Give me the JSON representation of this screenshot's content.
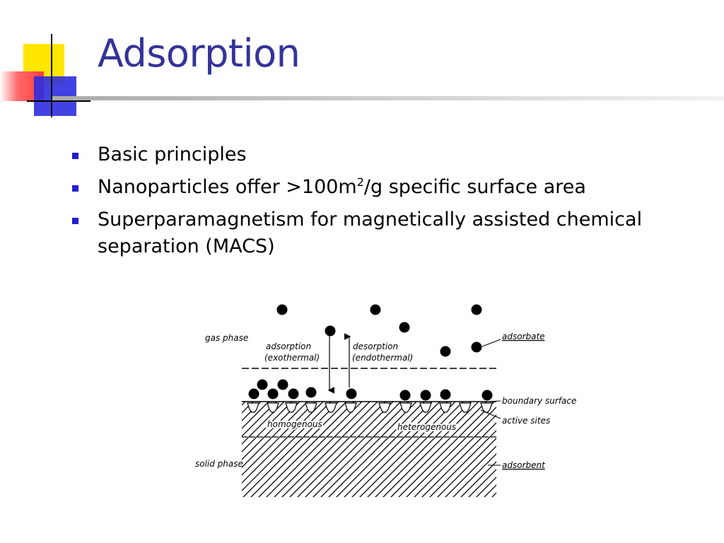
{
  "slide": {
    "title": "Adsorption",
    "bullets": [
      {
        "text": "Basic principles"
      },
      {
        "pre": "Nanoparticles offer >100m",
        "sup": "2",
        "post": "/g specific surface area"
      },
      {
        "text": "Superparamagnetism for magnetically assisted chemical separation (MACS)"
      }
    ]
  },
  "diagram": {
    "labels": {
      "gas_phase": "gas phase",
      "adsorption": "adsorption",
      "exothermal": "(exothermal)",
      "desorption": "desorption",
      "endothermal": "(endothermal)",
      "adsorbate": "adsorbate",
      "boundary_surface": "boundary surface",
      "active_sites": "active sites",
      "homogenous": "homogenous",
      "heterogenous": "heterogenous",
      "solid_phase": "solid phase",
      "adsorbent": "adsorbent"
    }
  },
  "colors": {
    "title": "#333399",
    "bullet": "#1f1fd0",
    "accent_yellow": "#ffe600",
    "accent_blue": "#2d2ee0",
    "accent_red": "#ff3b3b"
  }
}
